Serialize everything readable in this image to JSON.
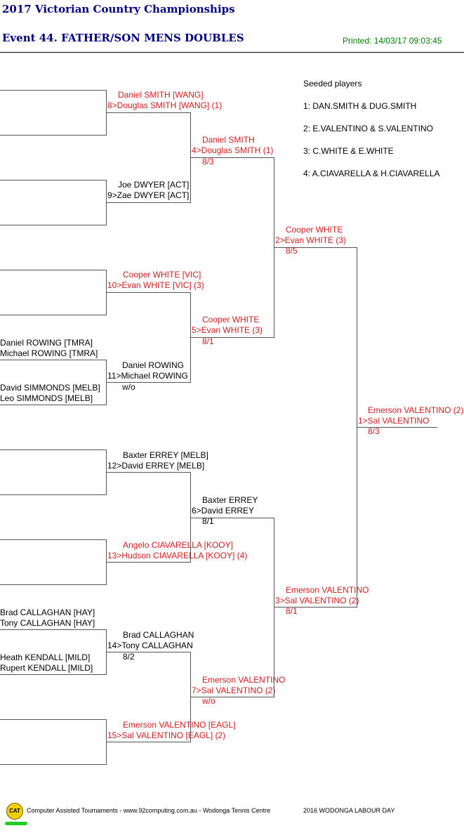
{
  "header": {
    "title": "2017 Victorian Country Championships",
    "event": "Event 44. FATHER/SON MENS DOUBLES",
    "printed": "Printed: 14/03/17 09:03:45"
  },
  "seeds": {
    "heading": "Seeded players",
    "items": [
      "1: DAN.SMITH & DUG.SMITH",
      "2: E.VALENTINO & S.VALENTINO",
      "3: C.WHITE & E.WHITE",
      "4: A.CIAVARELLA & H.CIAVARELLA"
    ]
  },
  "round1": [
    [
      "Daniel ROWING [TMRA]",
      "Michael ROWING [TMRA]"
    ],
    [
      "David SIMMONDS [MELB]",
      "Leo SIMMONDS [MELB]"
    ],
    [
      "Brad CALLAGHAN [HAY]",
      "Tony CALLAGHAN [HAY]"
    ],
    [
      "Heath KENDALL [MILD]",
      "Rupert KENDALL [MILD]"
    ]
  ],
  "round2": [
    {
      "l1": "Daniel SMITH [WANG]",
      "l2": "8>Douglas SMITH [WANG] (1)",
      "score": ""
    },
    {
      "l1": "Joe DWYER [ACT]",
      "l2": "9>Zae DWYER [ACT]",
      "score": ""
    },
    {
      "l1": "Cooper WHITE [VIC]",
      "l2": "10>Evan WHITE [VIC] (3)",
      "score": ""
    },
    {
      "l1": "Daniel ROWING",
      "l2": "11>Michael ROWING",
      "score": "w/o"
    },
    {
      "l1": "Baxter ERREY [MELB]",
      "l2": "12>David ERREY [MELB]",
      "score": ""
    },
    {
      "l1": "Angelo CIAVARELLA [KOOY]",
      "l2": "13>Hudson CIAVARELLA [KOOY] (4)",
      "score": ""
    },
    {
      "l1": "Brad CALLAGHAN",
      "l2": "14>Tony CALLAGHAN",
      "score": "8/2"
    },
    {
      "l1": "Emerson VALENTINO [EAGL]",
      "l2": "15>Sal VALENTINO [EAGL] (2)",
      "score": ""
    }
  ],
  "round3": [
    {
      "l1": "Daniel SMITH",
      "l2": "4>Douglas SMITH (1)",
      "score": "8/3"
    },
    {
      "l1": "Cooper WHITE",
      "l2": "5>Evan WHITE (3)",
      "score": "8/1"
    },
    {
      "l1": "Baxter ERREY",
      "l2": "6>David ERREY",
      "score": "8/1"
    },
    {
      "l1": "Emerson VALENTINO",
      "l2": "7>Sal VALENTINO (2)",
      "score": "w/o"
    }
  ],
  "round4": [
    {
      "l1": "Cooper WHITE",
      "l2": "2>Evan WHITE (3)",
      "score": "8/5"
    },
    {
      "l1": "Emerson VALENTINO",
      "l2": "3>Sal VALENTINO (2)",
      "score": "8/1"
    }
  ],
  "final": {
    "l1": "Emerson VALENTINO (2)",
    "l2": "1>Sal VALENTINO",
    "score": "8/3"
  },
  "footer": {
    "logo": "CAT",
    "text": "Computer Assisted Tournaments - www.92computing.com.au -  Wodonga Tennis Centre",
    "right": "2016 WODONGA LABOUR DAY"
  }
}
